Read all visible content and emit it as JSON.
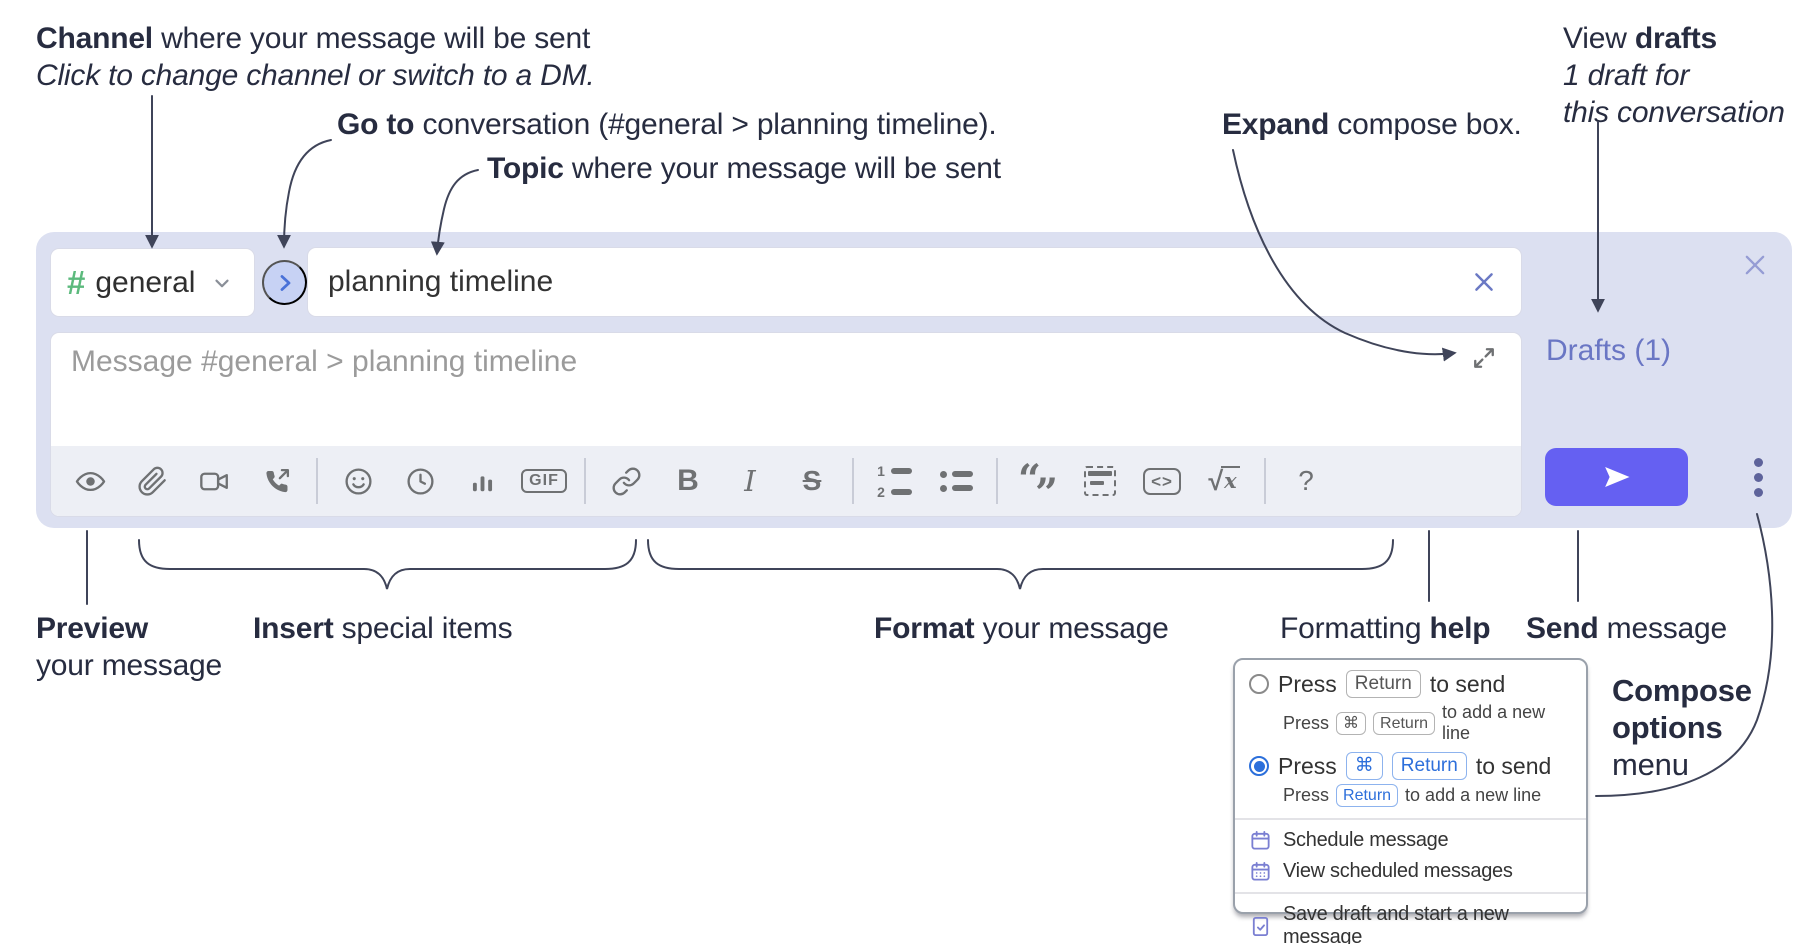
{
  "annotations": {
    "channel_line1_bold": "Channel",
    "channel_line1_rest": " where your message will be sent",
    "channel_line2": "Click to change channel or switch to a DM.",
    "goto_bold": "Go to",
    "goto_rest": " conversation (#general > planning timeline).",
    "topic_bold": "Topic",
    "topic_rest": " where your message will be sent",
    "expand_bold": "Expand",
    "expand_rest": " compose box.",
    "drafts_line1_regular": "View ",
    "drafts_line1_bold": "drafts",
    "drafts_line2": "1 draft for",
    "drafts_line3": "this conversation",
    "preview_bold": "Preview",
    "preview_line2": "your message",
    "insert_bold": "Insert",
    "insert_rest": " special items",
    "format_bold": "Format",
    "format_rest": " your message",
    "help_regular": "Formatting ",
    "help_bold": "help",
    "send_bold": "Send",
    "send_rest": " message",
    "compose_opts_line1": "Compose",
    "compose_opts_line2": "options",
    "compose_opts_line3": "menu"
  },
  "compose": {
    "channel_hash": "#",
    "channel_name": "general",
    "topic_value": "planning timeline",
    "message_placeholder": "Message #general > planning timeline",
    "drafts_link": "Drafts (1)",
    "toolbar": {
      "bold": "B",
      "italic": "I",
      "strike": "S",
      "gif": "GIF",
      "quote_open": "“",
      "quote_close": "”",
      "list_1": "1",
      "list_2": "2",
      "code": "<>",
      "sqrt": "√",
      "math_x": "x",
      "help": "?"
    }
  },
  "options_menu": {
    "press": "Press",
    "to_send": "to send",
    "to_add_new_line": "to add a new line",
    "key_return": "Return",
    "key_cmd": "⌘",
    "schedule": "Schedule message",
    "view_scheduled": "View scheduled messages",
    "save_draft": "Save draft and start a new message"
  },
  "colors": {
    "accent_send_button": "#6560f2",
    "drafts_link_purple": "#6a76c4",
    "radio_selected_blue": "#2b6fdb",
    "menu_icon_purple": "#7a7fd2",
    "hash_green": "#5cba7d",
    "compose_background": "#dce0f1",
    "toolbar_background": "#edeff5",
    "annotation_ink": "#272c40"
  }
}
